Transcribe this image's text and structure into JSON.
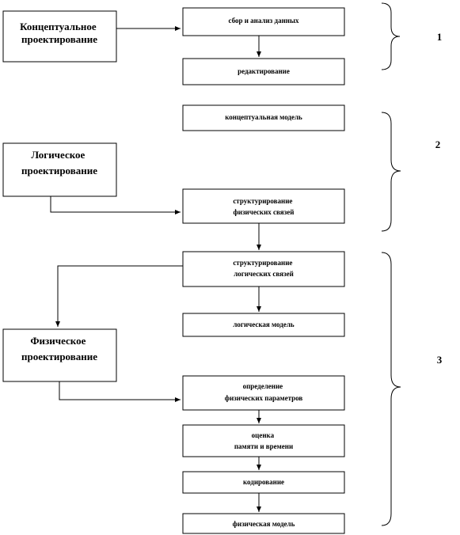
{
  "phases": [
    {
      "id": "conceptual",
      "lines": [
        "Концептуальное",
        "проектирование"
      ]
    },
    {
      "id": "logical",
      "lines": [
        "Логическое",
        "проектирование"
      ]
    },
    {
      "id": "physical",
      "lines": [
        "Физическое",
        "проектирование"
      ]
    }
  ],
  "steps": [
    {
      "id": "collect",
      "lines": [
        "сбор и анализ данных"
      ]
    },
    {
      "id": "edit",
      "lines": [
        "редактирование"
      ]
    },
    {
      "id": "conceptual-model",
      "lines": [
        "концептуальная модель"
      ]
    },
    {
      "id": "struct-physical",
      "lines": [
        "структурирование",
        "физических связей"
      ]
    },
    {
      "id": "struct-logical",
      "lines": [
        "структурирование",
        "логических связей"
      ]
    },
    {
      "id": "logical-model",
      "lines": [
        "логическая модель"
      ]
    },
    {
      "id": "define-params",
      "lines": [
        "определение",
        "физических параметров"
      ]
    },
    {
      "id": "estimate",
      "lines": [
        "оценка",
        "памяти и времени"
      ]
    },
    {
      "id": "coding",
      "lines": [
        "кодирование"
      ]
    },
    {
      "id": "physical-model",
      "lines": [
        "физическая модель"
      ]
    }
  ],
  "groups": [
    "1",
    "2",
    "3"
  ]
}
